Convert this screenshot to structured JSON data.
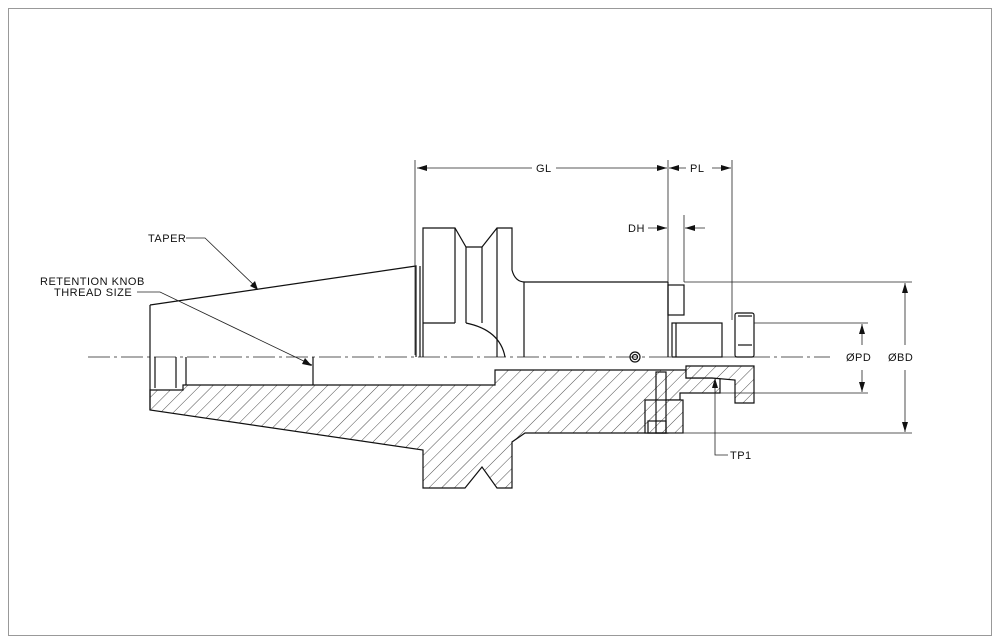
{
  "drawing": {
    "labels": {
      "taper": "TAPER",
      "retention_knob_line1": "RETENTION KNOB",
      "retention_knob_line2": "THREAD SIZE",
      "gl": "GL",
      "pl": "PL",
      "dh": "DH",
      "pd": "ØPD",
      "bd": "ØBD",
      "tp1": "TP1"
    },
    "colors": {
      "line": "#111111",
      "frame": "#999999",
      "background": "#ffffff"
    }
  }
}
